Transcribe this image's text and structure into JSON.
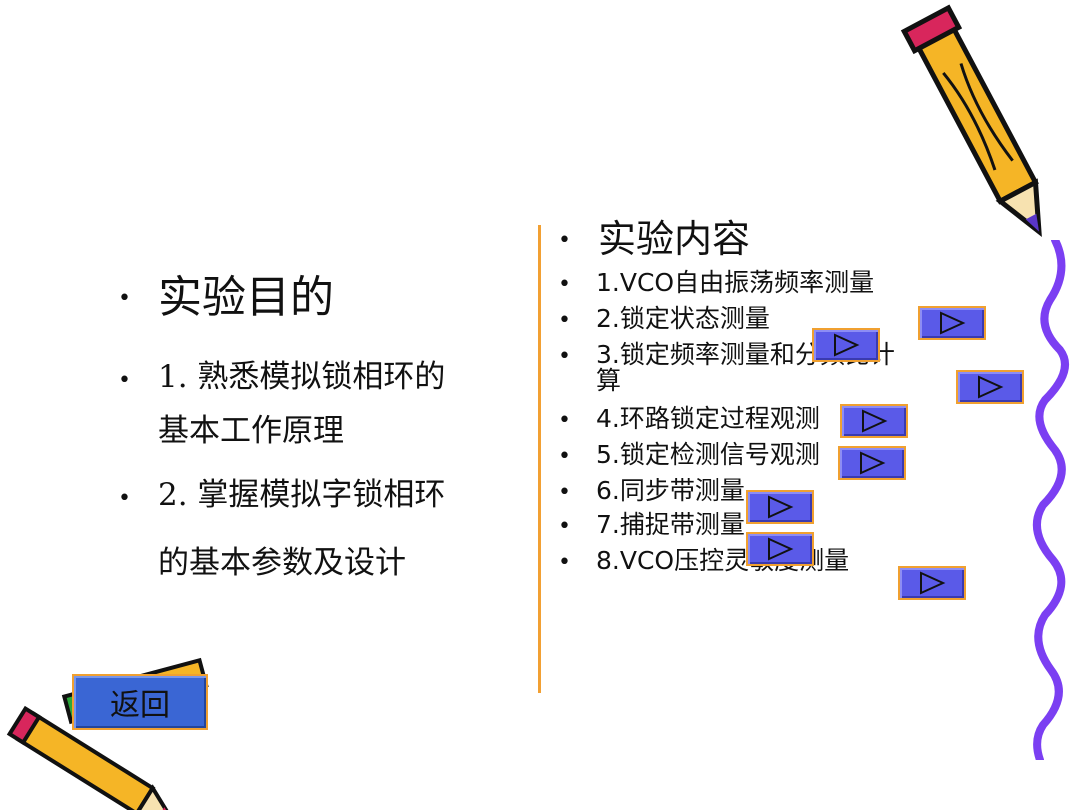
{
  "left": {
    "title": "实验目的",
    "items": [
      "1. 熟悉模拟锁相环的",
      "基本工作原理",
      "2. 掌握模拟字锁相环",
      "的基本参数及设计"
    ]
  },
  "right": {
    "title": "实验内容",
    "items": [
      "1.VCO自由振荡频率测量",
      "2.锁定状态测量",
      "3.锁定频率测量和分频比计",
      "算",
      "4.环路锁定过程观测",
      "5.锁定检测信号观测",
      "6.同步带测量",
      "7.捕捉带测量",
      "8.VCO压控灵敏度测量"
    ]
  },
  "back_button": {
    "label": "返回"
  },
  "icons": {
    "play": "play-triangle-icon",
    "pencil_top": "pencil-icon",
    "pencils_bottom": "pencils-icon",
    "wavy_line": "wavy-line-decoration"
  },
  "colors": {
    "button_fill": "#5a5ae8",
    "button_border": "#f0a030",
    "divider": "#f2a033",
    "wavy_line": "#7b3ff2"
  }
}
